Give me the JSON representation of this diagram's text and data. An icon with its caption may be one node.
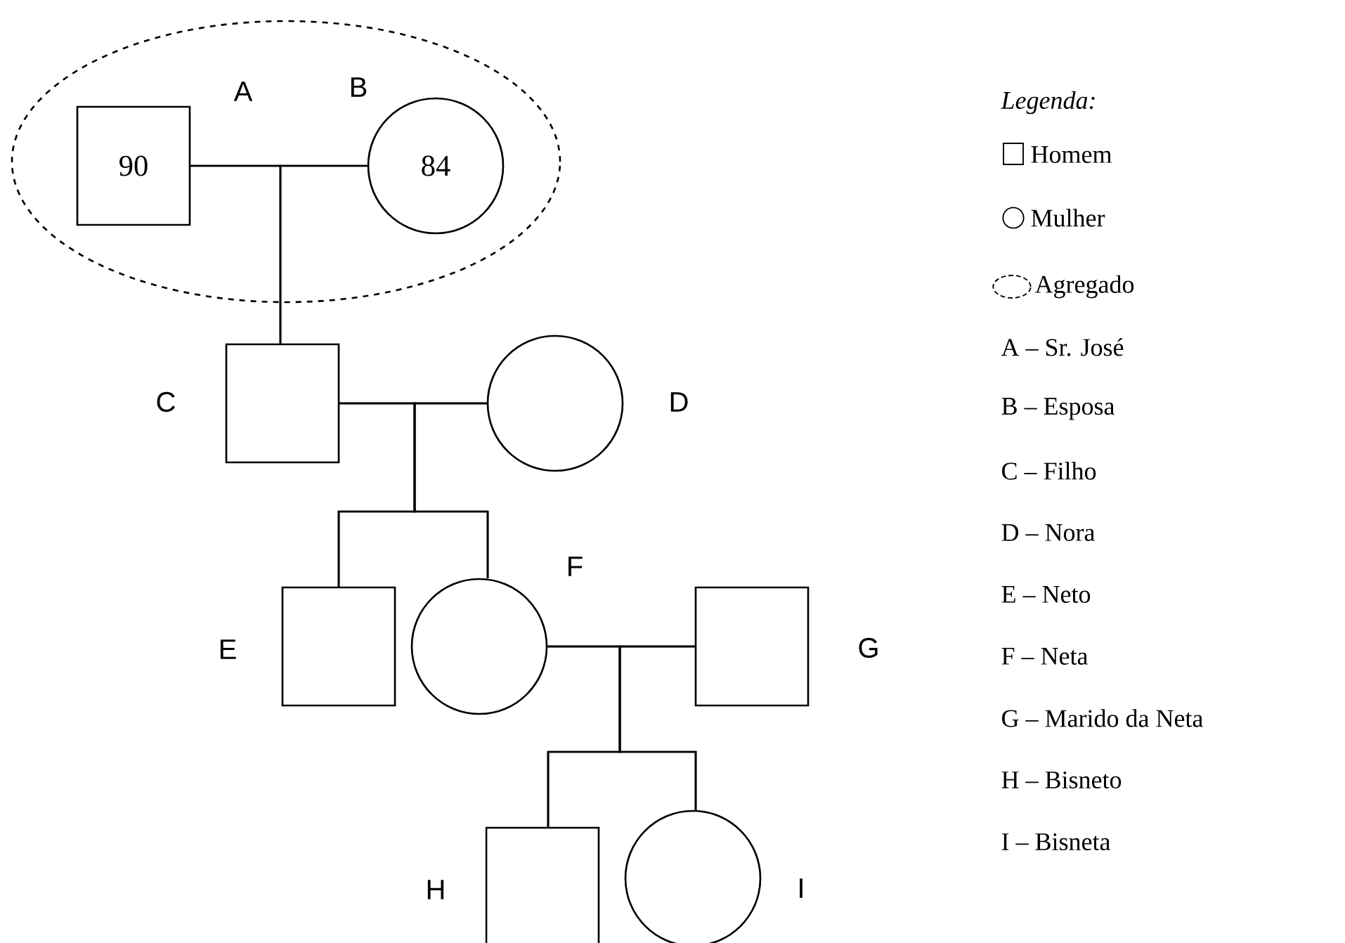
{
  "diagram": {
    "nodes": [
      {
        "text": [],
        "shape": "ellipse"
      },
      {
        "text": [
          "90"
        ],
        "beside": [
          "A"
        ],
        "in": 0
      },
      {
        "text": [
          "84"
        ],
        "beside": [
          "B"
        ],
        "in": 0
      },
      {
        "text": [],
        "shape": "box",
        "beside": [
          "C"
        ]
      },
      {
        "text": [],
        "shape": "circle",
        "beside": [
          "D"
        ]
      },
      {
        "text": [],
        "shape": "box",
        "beside": [
          "E"
        ]
      },
      {
        "text": [],
        "shape": "circle",
        "beside": [
          "F"
        ]
      },
      {
        "text": [],
        "shape": "box",
        "beside": [
          "G"
        ]
      },
      {
        "text": [],
        "shape": "box",
        "beside": [
          "H"
        ]
      },
      {
        "text": [],
        "shape": "circle",
        "beside": [
          "I"
        ]
      }
    ],
    "edges": [
      {
        "from": 1,
        "to": 2,
        "arrow": "none"
      },
      {
        "from": 1,
        "to": 3,
        "arrow": "none"
      },
      {
        "from": 2,
        "to": 3,
        "arrow": "none"
      },
      {
        "from": 3,
        "to": 4,
        "arrow": "none"
      },
      {
        "from": 3,
        "to": 5,
        "arrow": "none"
      },
      {
        "from": 4,
        "to": 5,
        "arrow": "none"
      },
      {
        "from": 3,
        "to": 6,
        "arrow": "none"
      },
      {
        "from": 4,
        "to": 6,
        "arrow": "none"
      },
      {
        "from": 6,
        "to": 7,
        "arrow": "none"
      },
      {
        "from": 6,
        "to": 8,
        "arrow": "none"
      },
      {
        "from": 7,
        "to": 8,
        "arrow": "none"
      },
      {
        "from": 6,
        "to": 9,
        "arrow": "none"
      },
      {
        "from": 7,
        "to": 9,
        "arrow": "none"
      }
    ],
    "labels": [
      "Legenda:",
      "A – Sr. José",
      "B – Esposa",
      "C – Filho",
      "D – Nora",
      "E – Neto",
      "F – Neta",
      "G – Marido da Neta",
      "H – Bisneto",
      "I – Bisneta"
    ],
    "legend": [
      {
        "text": "Homem"
      },
      {
        "text": "Mulher"
      },
      {
        "text": "Agregado"
      }
    ]
  }
}
